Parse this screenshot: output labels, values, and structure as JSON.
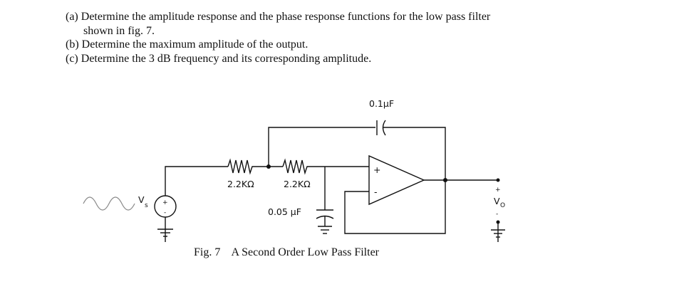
{
  "questions": [
    {
      "first": "(a) Determine the amplitude response and the phase response functions for the low pass  filter",
      "cont": "shown in fig. 7."
    },
    {
      "first": "(b) Determine the maximum amplitude of the output."
    },
    {
      "first": "(c) Determine the 3 dB frequency and its corresponding amplitude."
    }
  ],
  "circuit": {
    "r1_value": "2.2KΩ",
    "r2_value": "2.2KΩ",
    "c_feedback_value": "0.1μF",
    "c_ground_value": "0.05 μF",
    "source_label": "V",
    "source_subscript": "s",
    "output_label": "V",
    "output_subscript": "O",
    "plus_sign": "+",
    "minus_sign": "-",
    "opamp_plus": "+",
    "opamp_minus": "-"
  },
  "caption": "Fig. 7    A Second Order Low Pass Filter"
}
